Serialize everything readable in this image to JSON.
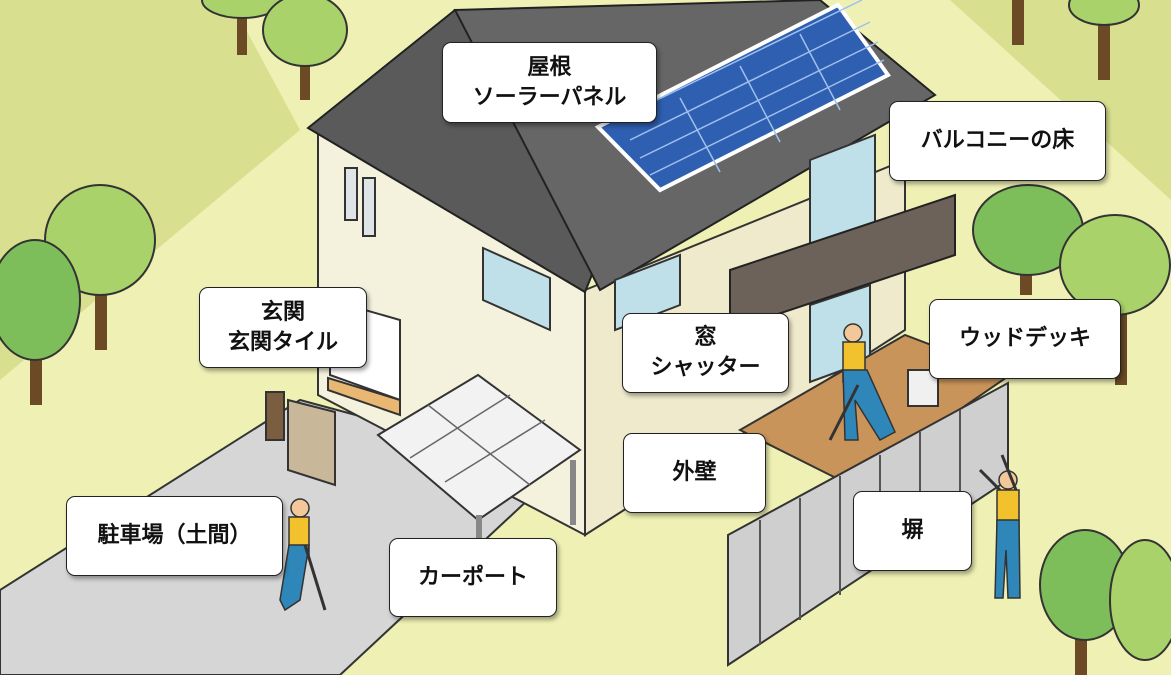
{
  "labels": {
    "roof": [
      "屋根",
      "ソーラーパネル"
    ],
    "balcony_floor": "バルコニーの床",
    "entrance": [
      "玄関",
      "玄関タイル"
    ],
    "window": [
      "窓",
      "シャッター"
    ],
    "wood_deck": "ウッドデッキ",
    "outer_wall": "外壁",
    "parking": "駐車場（土間）",
    "fence": "塀",
    "carport": "カーポート"
  },
  "colors": {
    "background": "#eef0b4",
    "lawn_shade": "#d8e08f",
    "roof": "#5a5a5a",
    "solar_panel": "#2f5fb0",
    "wall": "#f4f1dc",
    "deck": "#c9945a",
    "driveway": "#d6d6d6",
    "worker_uniform": "#2f86b8",
    "tree_leaves": "#a9d26a",
    "tree_trunk": "#6b4a25"
  }
}
